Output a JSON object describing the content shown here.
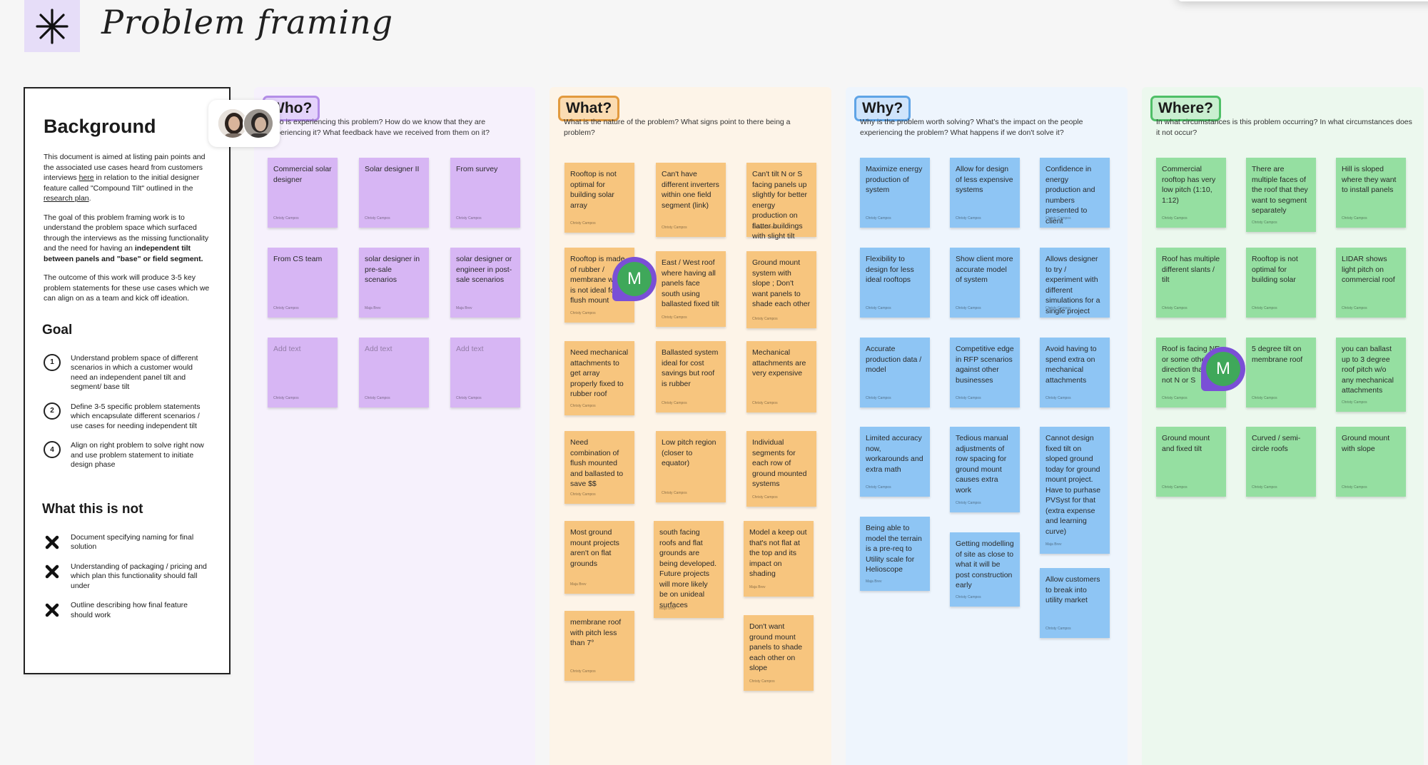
{
  "header": {
    "title": "Problem framing",
    "logo_icon": "asterisk-star-icon"
  },
  "doc": {
    "background_heading": "Background",
    "intro_pre": "This document is aimed at listing pain points and the associated use cases heard from customers interviews ",
    "intro_link1": "here",
    "intro_mid": " in relation to the initial designer feature called \"Compound Tilt\" outlined in the ",
    "intro_link2": "research plan",
    "intro_post": ".",
    "goal_pre": "The goal of this problem framing work is to understand the problem space which surfaced through the interviews as the missing functionality and the need for having an ",
    "goal_bold": "independent tilt between panels and \"base\" or field segment.",
    "outcome": "The outcome of this work will produce 3-5 key problem statements for these use cases which we can align on as a team and kick off ideation.",
    "goal_heading": "Goal",
    "goals": [
      {
        "num": "1",
        "text": "Understand problem space of different scenarios in which a customer would need an independent panel tilt and segment/ base tilt"
      },
      {
        "num": "2",
        "text": "Define 3-5 specific problem statements which encapsulate different scenarios / use cases for needing independent tilt"
      },
      {
        "num": "4",
        "text": "Align on right problem to solve right now and use problem statement to initiate design phase"
      }
    ],
    "not_heading": "What this is not",
    "nots": [
      {
        "text": "Document specifying naming for final solution"
      },
      {
        "text": "Understanding of packaging / pricing and which plan this functionality should fall under"
      },
      {
        "text": "Outline describing how final feature should work"
      }
    ]
  },
  "columns": {
    "who": {
      "label": "Who?",
      "question": "Who is experiencing this problem? How do we know that they are experiencing it? What feedback have we received from them on it?",
      "notes": [
        {
          "text": "Commercial solar designer",
          "author": "Christy Campos"
        },
        {
          "text": "Solar designer II",
          "author": "Christy Campos"
        },
        {
          "text": "From survey",
          "author": "Christy Campos"
        },
        {
          "text": "From CS team",
          "author": "Christy Campos"
        },
        {
          "text": "solar designer in pre-sale scenarios",
          "author": "Maja Brev"
        },
        {
          "text": "solar designer or engineer in post-sale scenarios",
          "author": "Maja Brev"
        },
        {
          "text": "Add text",
          "author": "Christy Campos"
        },
        {
          "text": "Add text",
          "author": "Christy Campos"
        },
        {
          "text": "Add text",
          "author": "Christy Campos"
        }
      ]
    },
    "what": {
      "label": "What?",
      "question": "What is the nature of the problem? What signs point to there being a problem?",
      "notes": [
        {
          "text": "Rooftop is not optimal for building solar array",
          "author": "Christy Campos"
        },
        {
          "text": "Can't have different inverters within one field segment (link)",
          "author": "Christy Campos"
        },
        {
          "text": "Can't tilt N or S facing panels up slightly for better energy production on flatter buildings with slight tilt",
          "author": "Christy Campos"
        },
        {
          "text": "Rooftop is made of rubber / membrane which is not ideal for flush mount",
          "author": "Christy Campos"
        },
        {
          "text": "East / West roof where having all panels face south using ballasted fixed tilt",
          "author": "Christy Campos"
        },
        {
          "text": "Ground mount system with slope ; Don't want panels to shade each other",
          "author": "Christy Campos"
        },
        {
          "text": "Need mechanical attachments to get array properly fixed to rubber roof",
          "author": "Christy Campos"
        },
        {
          "text": "Ballasted system ideal for cost savings but roof is rubber",
          "author": "Christy Campos"
        },
        {
          "text": "Mechanical attachments are very expensive",
          "author": "Christy Campos"
        },
        {
          "text": "Need combination of flush mounted and ballasted to save $$",
          "author": "Christy Campos"
        },
        {
          "text": "Low pitch region (closer to equator)",
          "author": "Christy Campos"
        },
        {
          "text": "Individual segments for each row of ground mounted systems",
          "author": "Christy Campos"
        },
        {
          "text": "Most ground mount projects aren't on flat grounds",
          "author": "Maja Brev"
        },
        {
          "text": "south facing roofs and flat grounds are being developed. Future projects will more likely be on unideal surfaces",
          "author": "Maja Brev"
        },
        {
          "text": "Model a keep out that's not flat at the top and its impact on shading",
          "author": "Maja Brev"
        },
        {
          "text": "membrane roof with pitch less than 7°",
          "author": "Christy Campos"
        },
        {
          "text": "Don't want ground mount panels to shade each other on slope",
          "author": "Christy Campos"
        }
      ]
    },
    "why": {
      "label": "Why?",
      "question": "Why is the problem worth solving? What's the impact on the people experiencing the problem? What happens if we don't solve it?",
      "notes": [
        {
          "text": "Maximize energy production of system",
          "author": "Christy Campos"
        },
        {
          "text": "Allow for design of less expensive systems",
          "author": "Christy Campos"
        },
        {
          "text": "Confidence in energy production and numbers presented to client",
          "author": "Christy Campos"
        },
        {
          "text": "Flexibility to design for less ideal rooftops",
          "author": "Christy Campos"
        },
        {
          "text": "Show client more accurate model of system",
          "author": "Christy Campos"
        },
        {
          "text": "Allows designer to try / experiment with different simulations for a single project",
          "author": "Christy Campos"
        },
        {
          "text": "Accurate production data / model",
          "author": "Christy Campos"
        },
        {
          "text": "Competitive edge in RFP scenarios against other businesses",
          "author": "Christy Campos"
        },
        {
          "text": "Avoid having to spend extra on mechanical attachments",
          "author": "Christy Campos"
        },
        {
          "text": "Limited accuracy now, workarounds and extra math",
          "author": "Christy Campos"
        },
        {
          "text": "Tedious manual adjustments of row spacing for ground mount causes extra work",
          "author": "Christy Campos"
        },
        {
          "text": "Cannot design fixed tilt on sloped ground today for ground mount project. Have to purhase PVSyst for that (extra expense and learning curve)",
          "author": "Maja Brev"
        },
        {
          "text": "Being able to model the terrain is a pre-req to Utility scale for Helioscope",
          "author": "Maja Brev"
        },
        {
          "text": "Getting modelling of site as close to what it will be post construction early",
          "author": "Christy Campos"
        },
        {
          "text": "Allow customers to break into utility market",
          "author": "Christy Campos"
        }
      ]
    },
    "where": {
      "label": "Where?",
      "question": "In what circumstances is this problem occurring? In what circumstances does it not occur?",
      "notes": [
        {
          "text": "Commercial rooftop has very low pitch (1:10, 1:12)",
          "author": "Christy Campos"
        },
        {
          "text": "There are multiple faces of the roof that they want to segment separately",
          "author": "Christy Campos"
        },
        {
          "text": "Hill is sloped where they want to install panels",
          "author": "Christy Campos"
        },
        {
          "text": "Roof has multiple different slants / tilt",
          "author": "Christy Campos"
        },
        {
          "text": "Rooftop is not optimal for building solar",
          "author": "Christy Campos"
        },
        {
          "text": "LIDAR shows light pitch on commercial roof",
          "author": "Christy Campos"
        },
        {
          "text": "Roof is facing NE or some other direction that is not N or S",
          "author": "Christy Campos"
        },
        {
          "text": "5 degree tilt on membrane roof",
          "author": "Christy Campos"
        },
        {
          "text": "you can ballast up to 3 degree roof pitch w/o any mechanical attachments",
          "author": "Christy Campos"
        },
        {
          "text": "Ground mount and fixed tilt",
          "author": "Christy Campos"
        },
        {
          "text": "Curved / semi-circle roofs",
          "author": "Christy Campos"
        },
        {
          "text": "Ground mount with slope",
          "author": "Christy Campos"
        }
      ]
    }
  },
  "cursor": {
    "label": "M"
  },
  "colors": {
    "who_bg": "#f6f1fc",
    "who_label": "#e4d3fb",
    "who_border": "#b48ee8",
    "what_bg": "#fdf4e8",
    "what_label": "#fbdcb2",
    "what_border": "#e29a3e",
    "why_bg": "#eef5fd",
    "why_label": "#cfe4fb",
    "why_border": "#5fa4e6",
    "where_bg": "#ecf8ee",
    "where_label": "#c9efd0",
    "where_border": "#4fbf67"
  }
}
